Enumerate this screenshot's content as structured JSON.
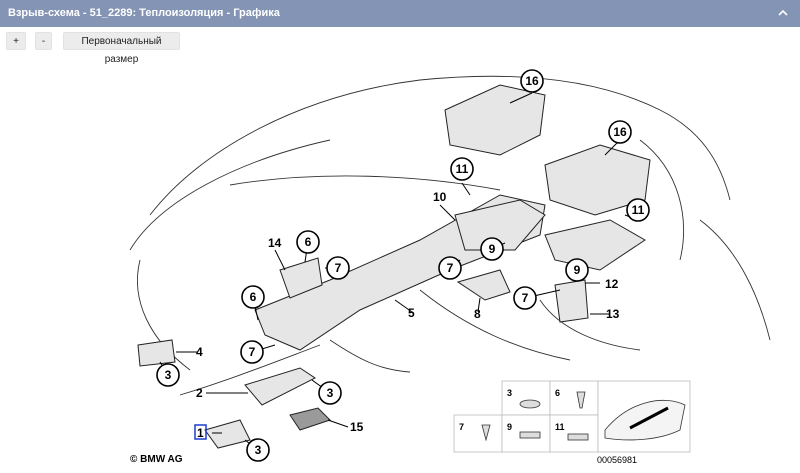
{
  "window": {
    "title": "Взрыв-схема - 51_2289: Теплоизоляция - Графика",
    "collapse_icon": "chevron-up-icon"
  },
  "toolbar": {
    "zoom_in_label": "+",
    "zoom_out_label": "-",
    "reset_label": "Первоначальный размер"
  },
  "diagram": {
    "callouts": {
      "p16a": "16",
      "p16b": "16",
      "p11a": "11",
      "p11b": "11",
      "p10": "10",
      "p14": "14",
      "p6a": "6",
      "p7a": "7",
      "p9a": "9",
      "p7b": "7",
      "p9b": "9",
      "p6b": "6",
      "p7c": "7",
      "p7d": "7",
      "p3a": "3",
      "p3b": "3",
      "p3c": "3"
    },
    "labels": {
      "p12": "12",
      "p13": "13",
      "p5": "5",
      "p8": "8",
      "p4": "4",
      "p2": "2",
      "p15": "15",
      "p1": "1"
    },
    "legend": {
      "items": [
        "3",
        "6",
        "7",
        "9",
        "11"
      ],
      "drawing_number": "00056981"
    },
    "brand": "© BMW AG"
  }
}
